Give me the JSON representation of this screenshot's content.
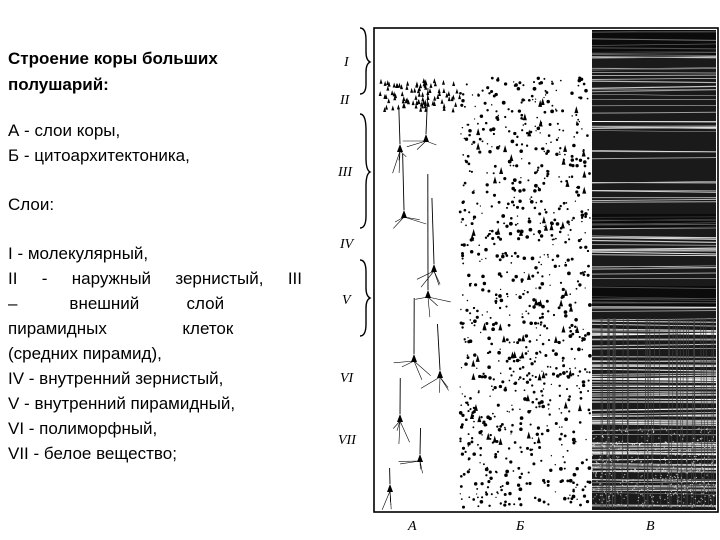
{
  "title": "Строение коры больших полушарий:",
  "legend_lines": [
    "А - слои коры,",
    "Б - цитоархитектоника,"
  ],
  "layers_heading": "Слои:",
  "layer_descriptions": [
    "I - молекулярный,",
    "II - наружный зернистый, III",
    "–           внешний          слой",
    "пирамидных                клеток",
    "(средних пирамид),",
    "IV - внутренний зернистый,",
    "V - внутренний пирамидный,",
    "VI - полиморфный,",
    "VII - белое вещество;"
  ],
  "figure": {
    "layer_labels": [
      "I",
      "II",
      "III",
      "IV",
      "V",
      "VI",
      "VII"
    ],
    "column_labels": [
      "А",
      "Б",
      "В"
    ]
  }
}
